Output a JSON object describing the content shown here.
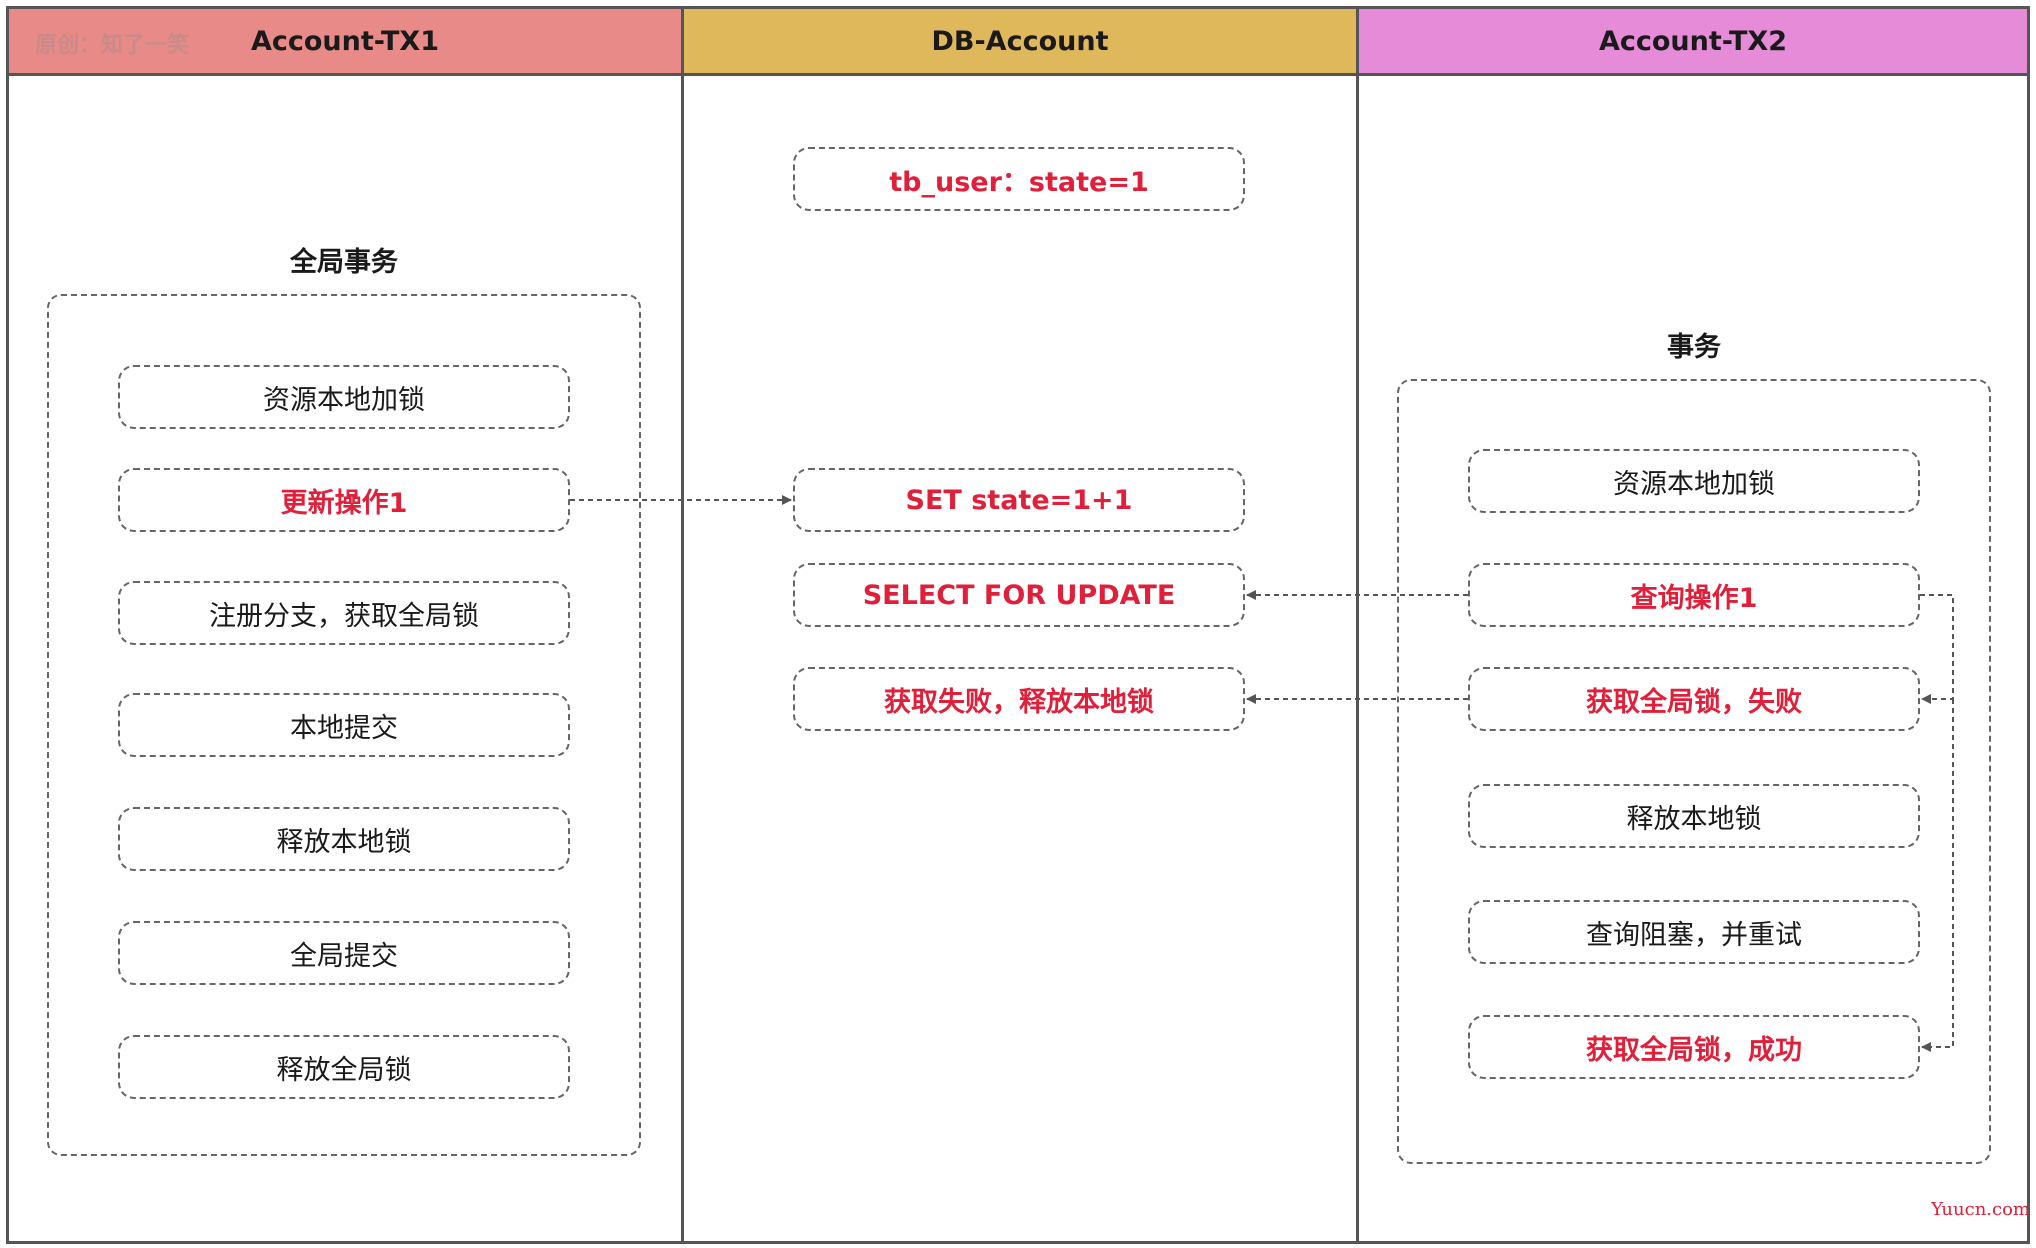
{
  "watermark": "原创：知了一笑",
  "lanes": {
    "tx1": {
      "title": "Account-TX1",
      "color": "#e88a87"
    },
    "db": {
      "title": "DB-Account",
      "color": "#e0b85c"
    },
    "tx2": {
      "title": "Account-TX2",
      "color": "#e58bd8"
    }
  },
  "tx1": {
    "group_title": "全局事务",
    "steps": [
      "资源本地加锁",
      "更新操作1",
      "注册分支，获取全局锁",
      "本地提交",
      "释放本地锁",
      "全局提交",
      "释放全局锁"
    ]
  },
  "db": {
    "state": "tb_user：state=1",
    "ops": [
      "SET state=1+1",
      "SELECT FOR UPDATE",
      "获取失败，释放本地锁"
    ]
  },
  "tx2": {
    "group_title": "事务",
    "steps": [
      "资源本地加锁",
      "查询操作1",
      "获取全局锁，失败",
      "释放本地锁",
      "查询阻塞，并重试",
      "获取全局锁，成功"
    ]
  },
  "site_mark": "Yuucn.com",
  "colors": {
    "highlight": "#e0203a",
    "border": "#555555"
  }
}
